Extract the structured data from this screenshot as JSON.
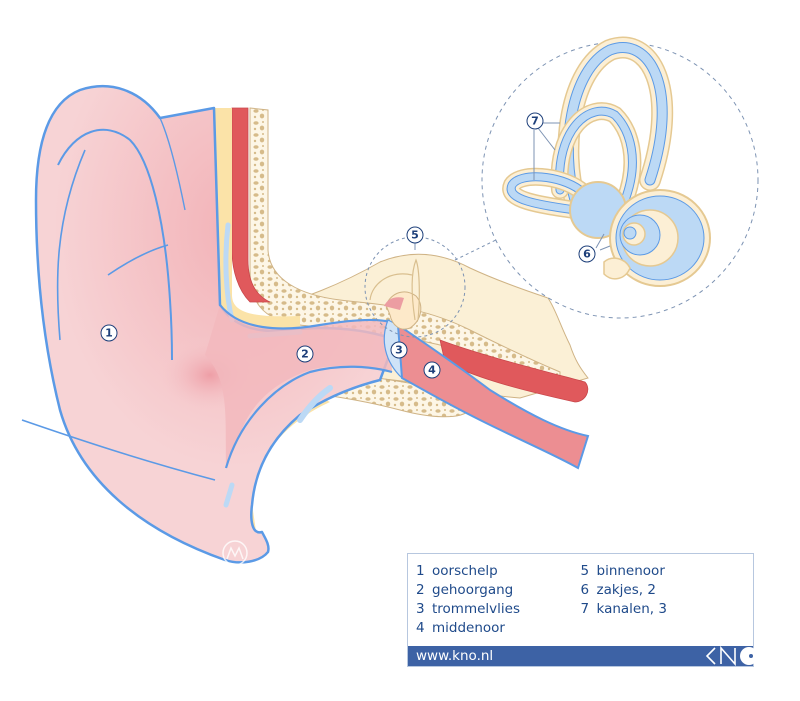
{
  "diagram": {
    "title": "Anatomie van het oor",
    "markers": [
      {
        "id": "1",
        "label": "1"
      },
      {
        "id": "2",
        "label": "2"
      },
      {
        "id": "3",
        "label": "3"
      },
      {
        "id": "4",
        "label": "4"
      },
      {
        "id": "5",
        "label": "5"
      },
      {
        "id": "6",
        "label": "6"
      },
      {
        "id": "7",
        "label": "7"
      }
    ],
    "colors": {
      "skin": "#f6cfd2",
      "skin_dark": "#ee9aa4",
      "outline": "#5b9ae6",
      "cartilage": "#fbe3a8",
      "bone": "#fbf0d6",
      "bone_spots": "#d9bf8f",
      "muscle": "#e0595c",
      "fluid": "#bcd9f5",
      "label_text": "#1d3f7a",
      "legend_bar": "#3d62a5"
    }
  },
  "legend": {
    "left": [
      {
        "num": "1",
        "text": "oorschelp"
      },
      {
        "num": "2",
        "text": "gehoorgang"
      },
      {
        "num": "3",
        "text": "trommelvlies"
      },
      {
        "num": "4",
        "text": "middenoor"
      }
    ],
    "right": [
      {
        "num": "5",
        "text": "binnenoor"
      },
      {
        "num": "6",
        "text": "zakjes, 2"
      },
      {
        "num": "7",
        "text": "kanalen, 3"
      }
    ],
    "url": "www.kno.nl",
    "logo": "KNO"
  }
}
